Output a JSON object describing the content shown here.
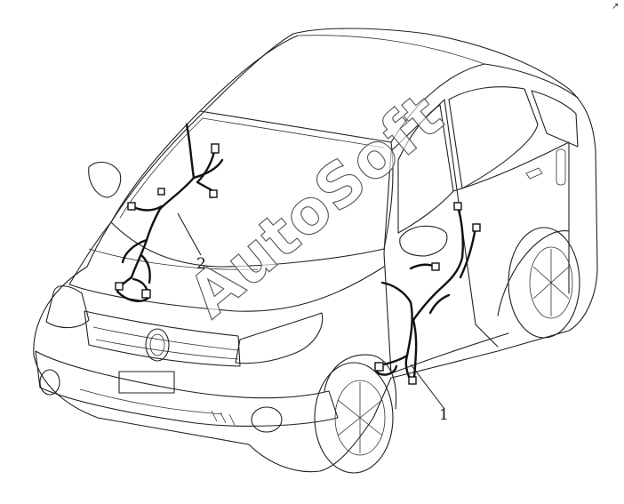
{
  "callouts": [
    {
      "id": "1",
      "label": "1"
    },
    {
      "id": "2",
      "label": "2"
    }
  ],
  "watermark": "AutoSoft",
  "corner_mark": "↗",
  "colors": {
    "line": "#222222",
    "harness": "#111111",
    "background": "#ffffff"
  }
}
